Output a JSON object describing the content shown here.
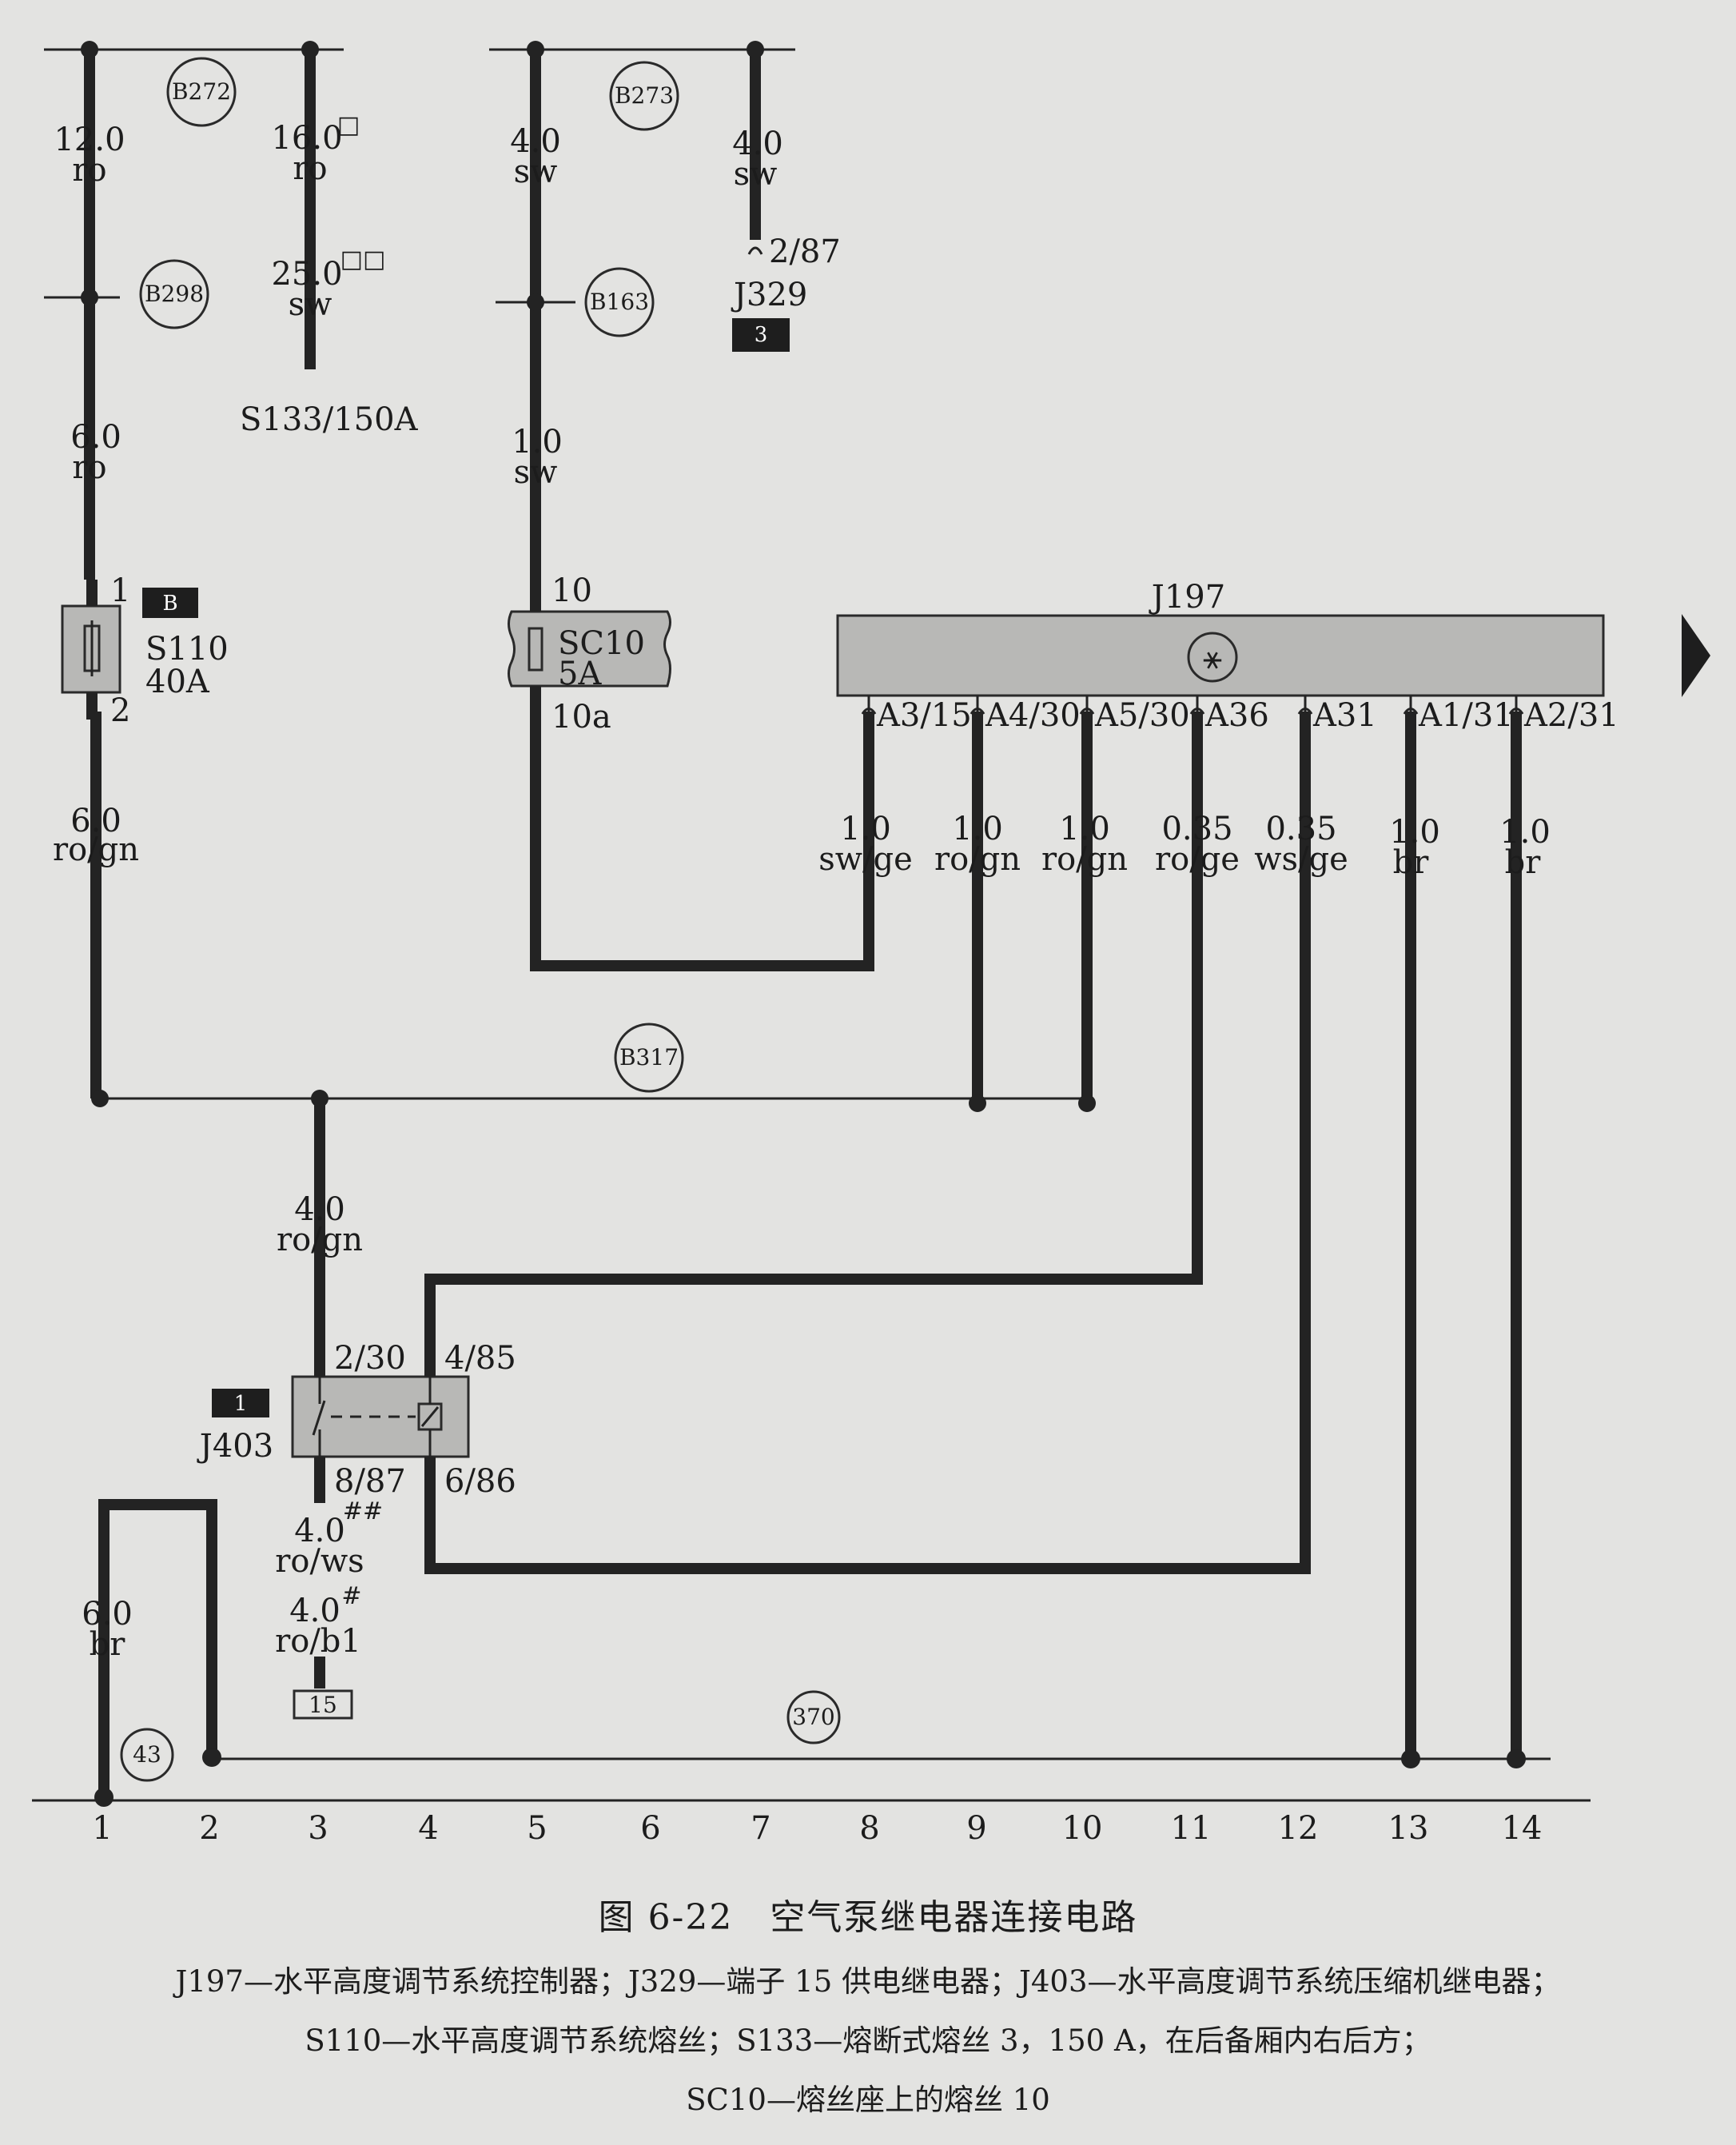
{
  "diagram": {
    "nodes": {
      "b272": "B272",
      "b273": "B273",
      "b298": "B298",
      "b163": "B163",
      "b317": "B317",
      "n370": "370",
      "n43": "43"
    },
    "wires": {
      "c1_top": {
        "size": "12.0",
        "color": "ro"
      },
      "c1_mid": {
        "size": "6.0",
        "color": "ro"
      },
      "c1_low": {
        "size": "6.0",
        "color": "ro/gn"
      },
      "c3_top": {
        "size": "16.0",
        "color": "ro",
        "mark": "□"
      },
      "c3_mid": {
        "size": "25.0",
        "color": "sw",
        "mark": "□□"
      },
      "c5_top": {
        "size": "4.0",
        "color": "sw"
      },
      "c5_mid": {
        "size": "1.0",
        "color": "sw"
      },
      "c7_top": {
        "size": "4.0",
        "color": "sw"
      },
      "w8": {
        "size": "1.0",
        "color": "sw/ge"
      },
      "w9": {
        "size": "1.0",
        "color": "ro/gn"
      },
      "w10": {
        "size": "1.0",
        "color": "ro/gn"
      },
      "w11": {
        "size": "0.35",
        "color": "ro/ge"
      },
      "w12": {
        "size": "0.35",
        "color": "ws/ge"
      },
      "w13": {
        "size": "1.0",
        "color": "br"
      },
      "w14": {
        "size": "1.0",
        "color": "br"
      },
      "c3_j403_in": {
        "size": "4.0",
        "color": "ro/gn"
      },
      "c3_out1": {
        "size": "4.0",
        "color": "ro/ws",
        "mark": "##"
      },
      "c3_out2": {
        "size": "4.0",
        "color": "ro/b1",
        "mark": "#"
      },
      "c1_ground": {
        "size": "6.0",
        "color": "br"
      }
    },
    "components": {
      "s133": "S133/150A",
      "j329": {
        "label": "J329",
        "pin": "2/87",
        "badge": "3"
      },
      "s110": {
        "name": "S110",
        "rating": "40A",
        "pin_top": "1",
        "pin_bottom": "2",
        "badge": "B"
      },
      "sc10": {
        "name": "SC10",
        "rating": "5A",
        "pin_top": "10",
        "pin_bottom": "10a"
      },
      "j197": {
        "label": "J197",
        "symbol": "⚹",
        "pins": [
          "A3/15",
          "A4/30",
          "A5/30",
          "A36",
          "A31",
          "A1/31",
          "A2/31"
        ]
      },
      "j403": {
        "label": "J403",
        "badge": "1",
        "pin_in": "2/30",
        "pin_coil_top": "4/85",
        "pin_out": "8/87",
        "pin_coil_bottom": "6/86"
      },
      "t15": "15"
    },
    "grid_numbers": [
      "1",
      "2",
      "3",
      "4",
      "5",
      "6",
      "7",
      "8",
      "9",
      "10",
      "11",
      "12",
      "13",
      "14"
    ]
  },
  "caption": {
    "title": "图 6-22　空气泵继电器连接电路",
    "line1": "J197—水平高度调节系统控制器；J329—端子 15 供电继电器；J403—水平高度调节系统压缩机继电器；",
    "line2": "S110—水平高度调节系统熔丝；S133—熔断式熔丝 3，150 A，在后备厢内右后方；",
    "line3": "SC10—熔丝座上的熔丝 10"
  }
}
